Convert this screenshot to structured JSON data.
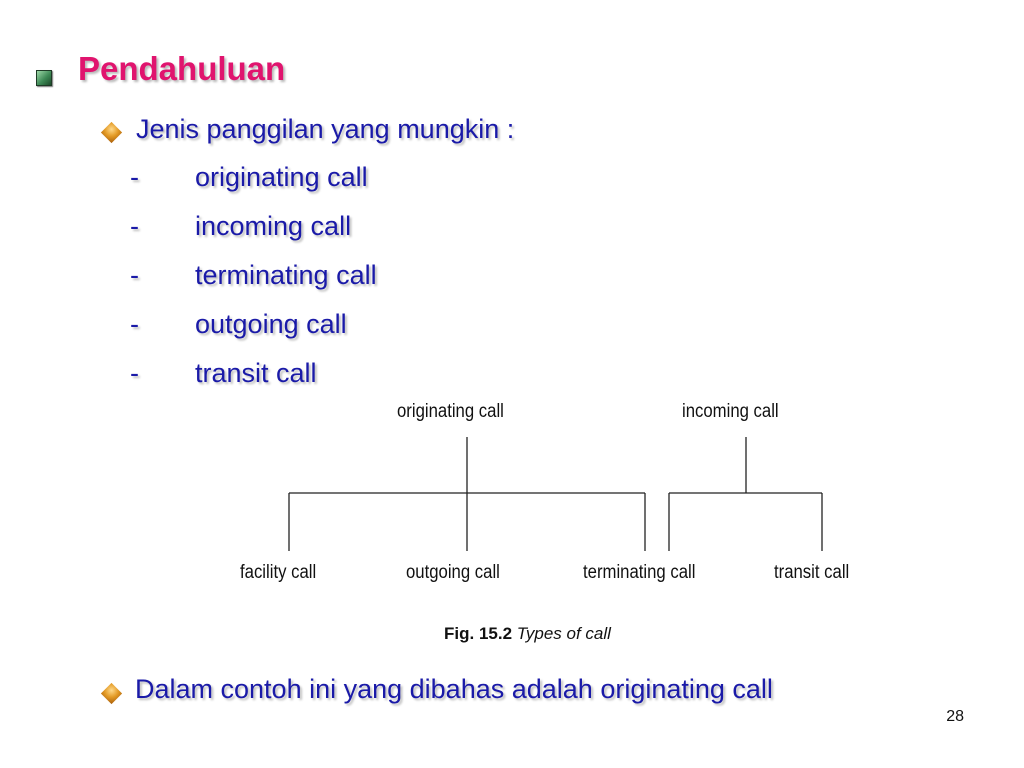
{
  "slide": {
    "title": "Pendahuluan",
    "intro": "Jenis panggilan yang mungkin :",
    "list": [
      {
        "dash": "-",
        "text": "originating call"
      },
      {
        "dash": "-",
        "text": "incoming call"
      },
      {
        "dash": "-",
        "text": "terminating call"
      },
      {
        "dash": "-",
        "text": "outgoing call"
      },
      {
        "dash": "-",
        "text": "transit call"
      }
    ],
    "conclusion": "Dalam contoh ini yang dibahas adalah originating call",
    "page_number": "28"
  },
  "diagram": {
    "nodes": {
      "originating": "originating call",
      "incoming": "incoming call",
      "facility": "facility call",
      "outgoing": "outgoing call",
      "terminating": "terminating call",
      "transit": "transit call"
    },
    "caption_label": "Fig. 15.2",
    "caption_text": "Types of call"
  }
}
